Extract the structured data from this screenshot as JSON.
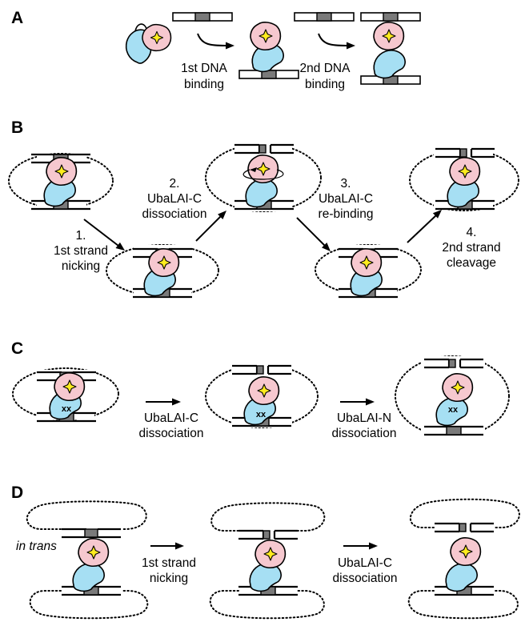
{
  "panels": {
    "a": {
      "letter": "A",
      "step1_line1": "1st DNA",
      "step1_line2": "binding",
      "step2_line1": "2nd DNA",
      "step2_line2": "binding"
    },
    "b": {
      "letter": "B",
      "step1": [
        "1.",
        "1st strand",
        "nicking"
      ],
      "step2": [
        "2.",
        "UbaLAI-C",
        "dissociation"
      ],
      "step3": [
        "3.",
        "UbaLAI-C",
        "re-binding"
      ],
      "step4": [
        "4.",
        "2nd strand",
        "cleavage"
      ]
    },
    "c": {
      "letter": "C",
      "step1": [
        "UbaLAI-C",
        "dissociation"
      ],
      "step2": [
        "UbaLAI-N",
        "dissociation"
      ],
      "mutation_mark": "xx"
    },
    "d": {
      "letter": "D",
      "trans_label": "in trans",
      "step1": [
        "1st strand",
        "nicking"
      ],
      "step2": [
        "UbaLAI-C",
        "dissociation"
      ]
    }
  },
  "colors": {
    "n_domain": "#f6c8cf",
    "c_domain": "#a6dff3",
    "active_site": "#ffec1f",
    "recognition_site": "#7a7a7a"
  }
}
